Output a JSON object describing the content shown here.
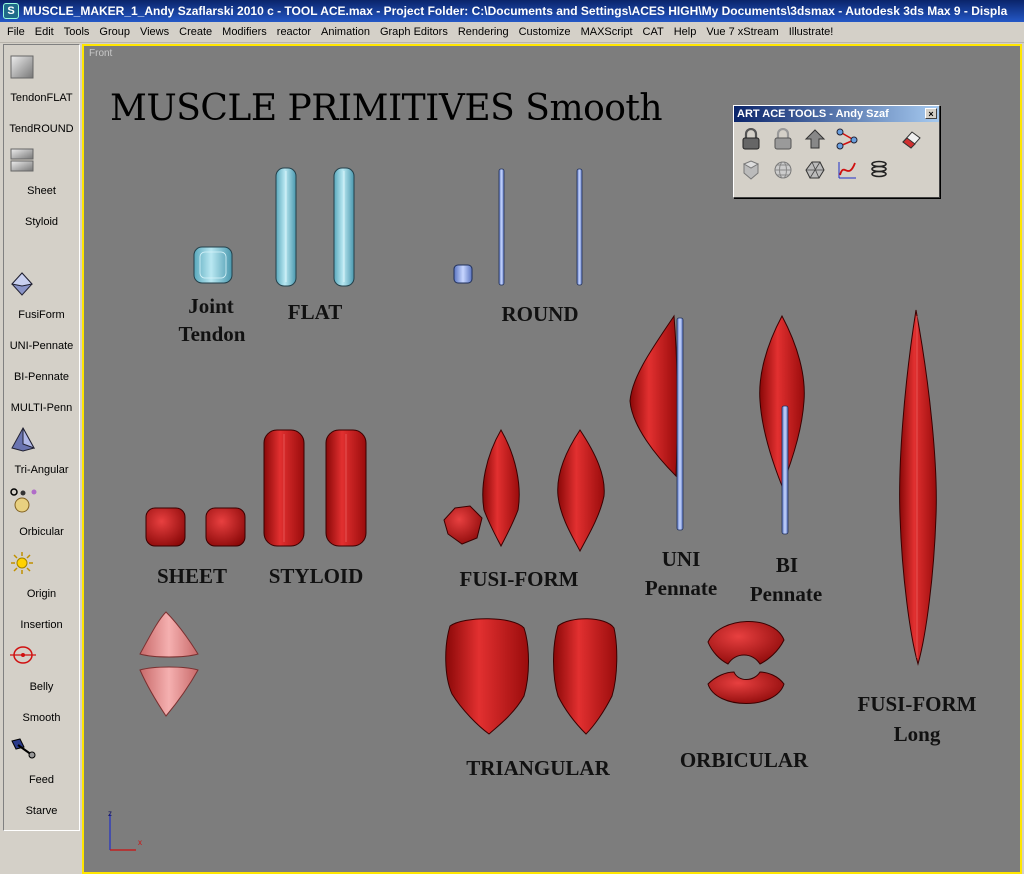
{
  "window": {
    "title": "MUSCLE_MAKER_1_Andy Szaflarski 2010 c - TOOL ACE.max    - Project Folder: C:\\Documents and Settings\\ACES HIGH\\My Documents\\3dsmax    - Autodesk 3ds Max 9    - Displa"
  },
  "menu": [
    "File",
    "Edit",
    "Tools",
    "Group",
    "Views",
    "Create",
    "Modifiers",
    "reactor",
    "Animation",
    "Graph Editors",
    "Rendering",
    "Customize",
    "MAXScript",
    "CAT",
    "Help",
    "Vue 7 xStream",
    "Illustrate!"
  ],
  "left_panel": {
    "items": [
      "TendonFLAT",
      "TendROUND",
      "Sheet",
      "Styloid",
      "FusiForm",
      "UNI-Pennate",
      "BI-Pennate",
      "MULTI-Penn",
      "Tri-Angular",
      "Orbicular",
      "Origin",
      "Insertion",
      "Belly",
      "Smooth",
      "Feed",
      "Starve"
    ]
  },
  "viewport": {
    "label": "Front",
    "title": "MUSCLE PRIMITIVES Smooth",
    "labels": {
      "joint": "Joint",
      "tendon": "Tendon",
      "flat": "FLAT",
      "round": "ROUND",
      "sheet": "SHEET",
      "styloid": "STYLOID",
      "fusi_form": "FUSI-FORM",
      "uni": "UNI",
      "uni_pennate": "Pennate",
      "bi": "BI",
      "bi_pennate": "Pennate",
      "triangular": "TRIANGULAR",
      "orbicular": "ORBICULAR",
      "fusi_long_1": "FUSI-FORM",
      "fusi_long_2": "Long"
    },
    "axis": {
      "z": "z",
      "x": "x"
    }
  },
  "toolbox": {
    "title": "ART ACE TOOLS - Andy Szaf",
    "close": "×"
  },
  "colors": {
    "viewport_bg": "#7d7d7d",
    "viewport_border": "#ffe600",
    "muscle_red": "#c41515",
    "muscle_pink": "#e38585",
    "tendon_blue": "#8fd0e0",
    "round_blue": "#8fb0e8"
  }
}
